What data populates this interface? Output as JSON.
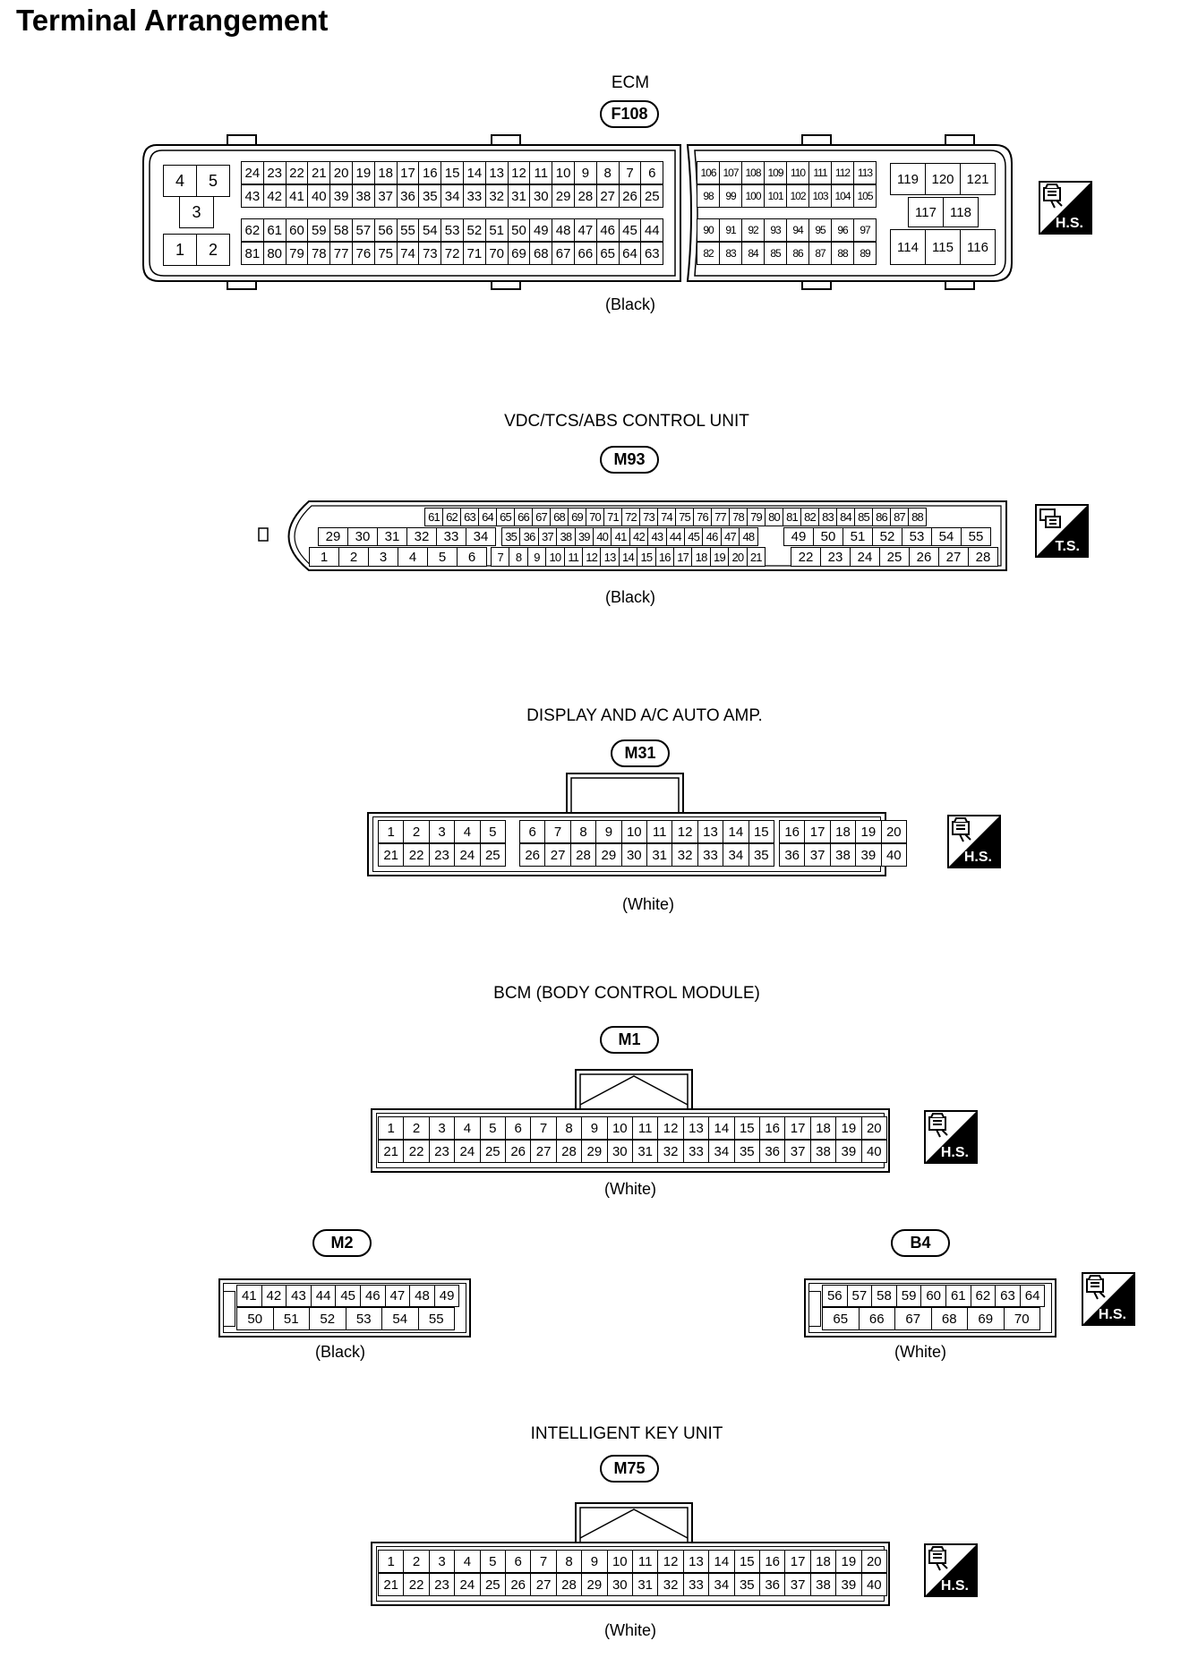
{
  "page_title": "Terminal Arrangement",
  "connectors": {
    "f108": {
      "unit_name": "ECM",
      "connector_no": "F108",
      "housing_color": "(Black)",
      "symbol_icon": "harness-side-view-icon",
      "symbol_text": "H.S.",
      "left_block": {
        "row_top": [
          "4",
          "5"
        ],
        "middle": "3",
        "row_bottom": [
          "1",
          "2"
        ]
      },
      "block_a": {
        "rows": [
          [
            "24",
            "23",
            "22",
            "21",
            "20",
            "19",
            "18",
            "17",
            "16",
            "15",
            "14",
            "13",
            "12",
            "11",
            "10",
            "9",
            "8",
            "7",
            "6"
          ],
          [
            "43",
            "42",
            "41",
            "40",
            "39",
            "38",
            "37",
            "36",
            "35",
            "34",
            "33",
            "32",
            "31",
            "30",
            "29",
            "28",
            "27",
            "26",
            "25"
          ],
          [
            "62",
            "61",
            "60",
            "59",
            "58",
            "57",
            "56",
            "55",
            "54",
            "53",
            "52",
            "51",
            "50",
            "49",
            "48",
            "47",
            "46",
            "45",
            "44"
          ],
          [
            "81",
            "80",
            "79",
            "78",
            "77",
            "76",
            "75",
            "74",
            "73",
            "72",
            "71",
            "70",
            "69",
            "68",
            "67",
            "66",
            "65",
            "64",
            "63"
          ]
        ]
      },
      "block_b": {
        "rows": [
          [
            "106",
            "107",
            "108",
            "109",
            "110",
            "111",
            "112",
            "113"
          ],
          [
            "98",
            "99",
            "100",
            "101",
            "102",
            "103",
            "104",
            "105"
          ],
          [
            "90",
            "91",
            "92",
            "93",
            "94",
            "95",
            "96",
            "97"
          ],
          [
            "82",
            "83",
            "84",
            "85",
            "86",
            "87",
            "88",
            "89"
          ]
        ]
      },
      "block_c": {
        "row_top": [
          "119",
          "120",
          "121"
        ],
        "row_mid": [
          "117",
          "118"
        ],
        "row_bottom": [
          "114",
          "115",
          "116"
        ]
      }
    },
    "m93": {
      "unit_name": "VDC/TCS/ABS CONTROL UNIT",
      "connector_no": "M93",
      "housing_color": "(Black)",
      "symbol_icon": "terminal-side-view-icon",
      "symbol_text": "T.S.",
      "row_top": [
        "61",
        "62",
        "63",
        "64",
        "65",
        "66",
        "67",
        "68",
        "69",
        "70",
        "71",
        "72",
        "73",
        "74",
        "75",
        "76",
        "77",
        "78",
        "79",
        "80",
        "81",
        "82",
        "83",
        "84",
        "85",
        "86",
        "87",
        "88"
      ],
      "row_mid_left": [
        "29",
        "30",
        "31",
        "32",
        "33",
        "34"
      ],
      "row_mid_center": [
        "35",
        "36",
        "37",
        "38",
        "39",
        "40",
        "41",
        "42",
        "43",
        "44",
        "45",
        "46",
        "47",
        "48"
      ],
      "row_mid_right": [
        "49",
        "50",
        "51",
        "52",
        "53",
        "54",
        "55"
      ],
      "row_bottom_left": [
        "1",
        "2",
        "3",
        "4",
        "5",
        "6"
      ],
      "row_bottom_center": [
        "7",
        "8",
        "9",
        "10",
        "11",
        "12",
        "13",
        "14",
        "15",
        "16",
        "17",
        "18",
        "19",
        "20",
        "21"
      ],
      "row_bottom_right": [
        "22",
        "23",
        "24",
        "25",
        "26",
        "27",
        "28"
      ]
    },
    "m31": {
      "unit_name": "DISPLAY AND A/C AUTO AMP.",
      "connector_no": "M31",
      "housing_color": "(White)",
      "symbol_icon": "harness-side-view-icon",
      "symbol_text": "H.S.",
      "row_top": [
        "1",
        "2",
        "3",
        "4",
        "5",
        "6",
        "7",
        "8",
        "9",
        "10",
        "11",
        "12",
        "13",
        "14",
        "15",
        "16",
        "17",
        "18",
        "19",
        "20"
      ],
      "row_bottom": [
        "21",
        "22",
        "23",
        "24",
        "25",
        "26",
        "27",
        "28",
        "29",
        "30",
        "31",
        "32",
        "33",
        "34",
        "35",
        "36",
        "37",
        "38",
        "39",
        "40"
      ]
    },
    "m1": {
      "unit_name": "BCM (BODY CONTROL MODULE)",
      "connector_no": "M1",
      "housing_color": "(White)",
      "symbol_icon": "harness-side-view-icon",
      "symbol_text": "H.S.",
      "row_top": [
        "1",
        "2",
        "3",
        "4",
        "5",
        "6",
        "7",
        "8",
        "9",
        "10",
        "11",
        "12",
        "13",
        "14",
        "15",
        "16",
        "17",
        "18",
        "19",
        "20"
      ],
      "row_bottom": [
        "21",
        "22",
        "23",
        "24",
        "25",
        "26",
        "27",
        "28",
        "29",
        "30",
        "31",
        "32",
        "33",
        "34",
        "35",
        "36",
        "37",
        "38",
        "39",
        "40"
      ]
    },
    "m2": {
      "connector_no": "M2",
      "housing_color": "(Black)",
      "row_top": [
        "41",
        "42",
        "43",
        "44",
        "45",
        "46",
        "47",
        "48",
        "49"
      ],
      "row_bottom": [
        "50",
        "51",
        "52",
        "53",
        "54",
        "55"
      ]
    },
    "b4": {
      "connector_no": "B4",
      "housing_color": "(White)",
      "symbol_icon": "harness-side-view-icon",
      "symbol_text": "H.S.",
      "row_top": [
        "56",
        "57",
        "58",
        "59",
        "60",
        "61",
        "62",
        "63",
        "64"
      ],
      "row_bottom": [
        "65",
        "66",
        "67",
        "68",
        "69",
        "70"
      ]
    },
    "m75": {
      "unit_name": "INTELLIGENT KEY UNIT",
      "connector_no": "M75",
      "housing_color": "(White)",
      "symbol_icon": "harness-side-view-icon",
      "symbol_text": "H.S.",
      "row_top": [
        "1",
        "2",
        "3",
        "4",
        "5",
        "6",
        "7",
        "8",
        "9",
        "10",
        "11",
        "12",
        "13",
        "14",
        "15",
        "16",
        "17",
        "18",
        "19",
        "20"
      ],
      "row_bottom": [
        "21",
        "22",
        "23",
        "24",
        "25",
        "26",
        "27",
        "28",
        "29",
        "30",
        "31",
        "32",
        "33",
        "34",
        "35",
        "36",
        "37",
        "38",
        "39",
        "40"
      ]
    }
  }
}
